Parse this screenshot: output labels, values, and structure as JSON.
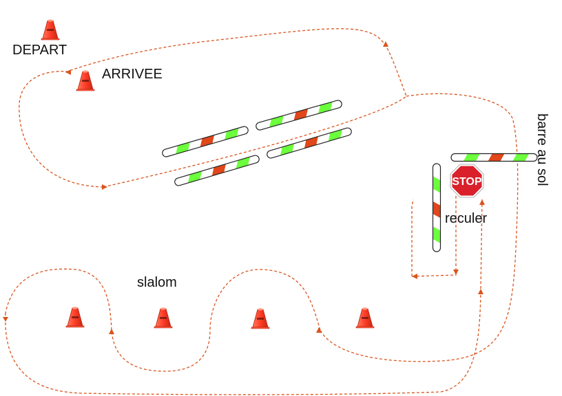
{
  "labels": {
    "depart": "DEPART",
    "arrivee": "ARRIVEE",
    "slalom": "slalom",
    "reculer": "reculer",
    "barre_au_sol": "barre au sol",
    "stop_sign": "STOP"
  },
  "colors": {
    "path": "#d9541e",
    "cone": "#ff5a3c",
    "bar_green": "#6cff3c",
    "bar_red": "#e0471a",
    "stop_red": "#d9202b"
  },
  "icons": {
    "cone": "traffic-cone-icon",
    "stop": "stop-sign-icon",
    "bar": "striped-barrier-icon"
  }
}
